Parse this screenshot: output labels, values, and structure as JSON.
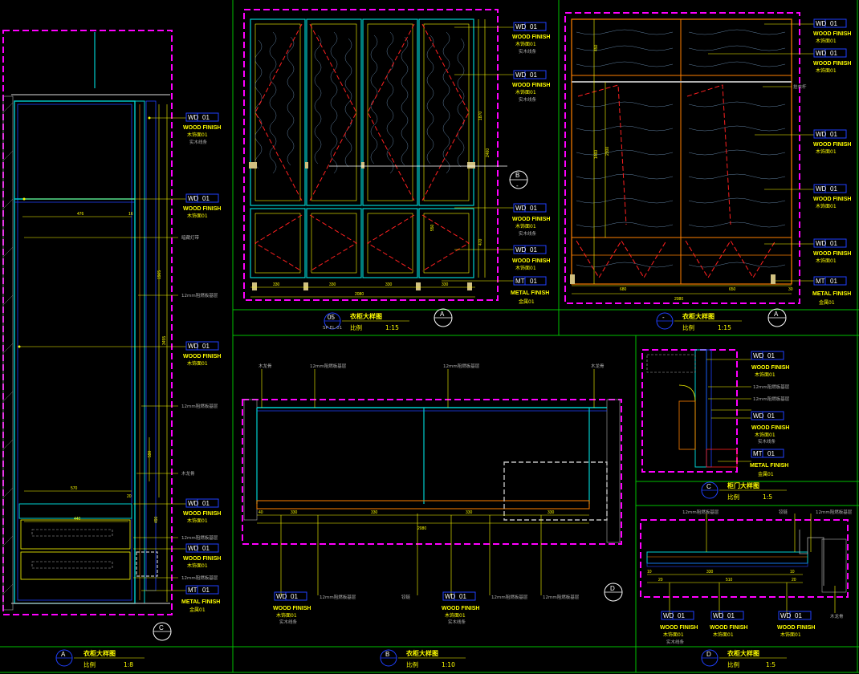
{
  "colors": {
    "background": "#000000",
    "frame": "#00c000",
    "magenta": "#ff00ff",
    "cyan": "#00d0d0",
    "yellow": "#ffff00",
    "red": "#ff2020",
    "blue": "#2040ff",
    "orange": "#ff8000"
  },
  "tag_wd": "WD",
  "tag_mt": "MT",
  "tag_num": "01",
  "label_wood": "WOOD FINISH",
  "label_metal": "METAL FINISH",
  "sub_wood": "木饰面01",
  "sub_metal": "金属01",
  "note_solidwood": "实木线条",
  "note_12mm": "12mm阻燃板基层",
  "note_hook": "暗藏灯带",
  "note_keel": "木龙骨",
  "note_rod": "挂衣杆",
  "note_hinge": "铰链",
  "title_wardrobe": "衣柜大样图",
  "title_door": "柜门大样图",
  "scale_word": "比例",
  "ref_code": "SP-EL-01",
  "views": {
    "a": {
      "letter": "A",
      "scale": "1:8"
    },
    "b": {
      "letter": "B",
      "scale": "1:10"
    },
    "c": {
      "letter": "C",
      "scale": "1:5"
    },
    "d": {
      "letter": "D",
      "scale": "1:5"
    },
    "e": {
      "letter": "05",
      "scale": "1:15"
    },
    "f": {
      "letter": "-",
      "scale": "1:15"
    }
  },
  "bubbles": {
    "a": "A",
    "b": "B",
    "c": "C",
    "d": "D",
    "dash": "-"
  },
  "dims_left": [
    "476",
    "16",
    "570",
    "440",
    "1965",
    "3455",
    "490",
    "590",
    "20"
  ],
  "dims_mid": [
    "2080",
    "330",
    "330",
    "330",
    "330",
    "2460",
    "1870",
    "550",
    "470"
  ],
  "dims_right": [
    "2080",
    "450",
    "1460",
    "2300",
    "680",
    "650",
    "30"
  ],
  "dims_plan": [
    "2080",
    "40",
    "330",
    "330",
    "330",
    "330"
  ],
  "dims_d": [
    "330",
    "510",
    "10",
    "20",
    "10",
    "20"
  ]
}
